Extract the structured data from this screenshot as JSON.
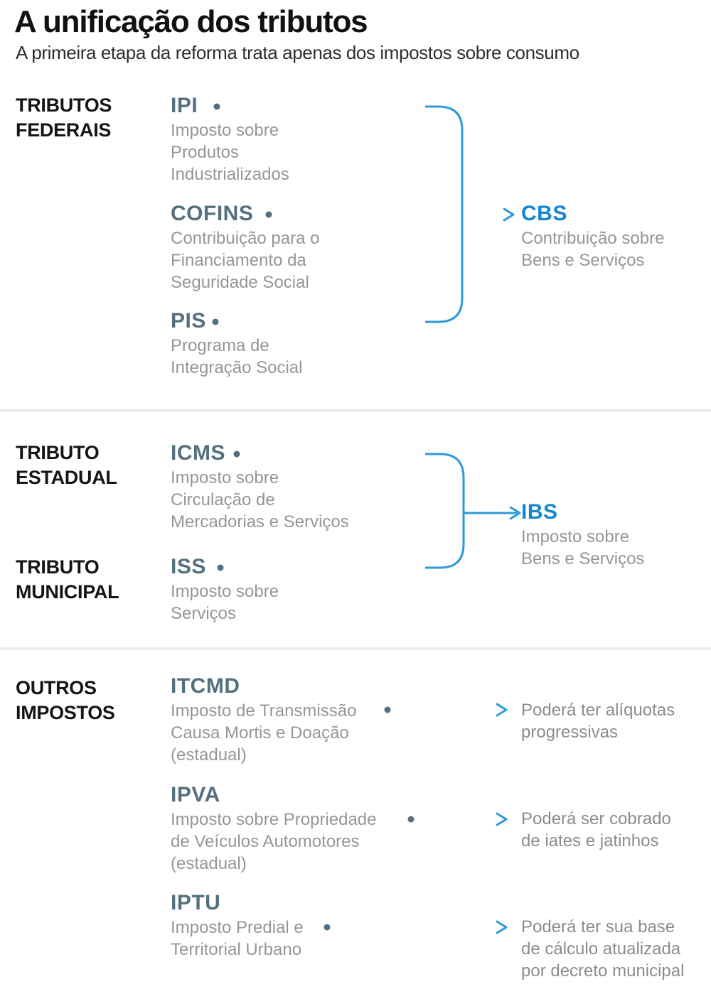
{
  "header": {
    "title": "A unificação dos tributos",
    "subtitle": "A primeira etapa da reforma trata apenas dos impostos sobre consumo"
  },
  "colors": {
    "accent_blue_text": "#1486cf",
    "line_blue": "#2e9ad8",
    "line_slate": "#54707e",
    "acronym_slate": "#54707e",
    "description_gray": "#969696",
    "divider_gray": "#ececec",
    "heading_black": "#151515"
  },
  "sections": {
    "federal": {
      "label_lines": [
        "TRIBUTOS",
        "FEDERAIS"
      ]
    },
    "estadual": {
      "label_lines": [
        "TRIBUTO",
        "ESTADUAL"
      ]
    },
    "municipal": {
      "label_lines": [
        "TRIBUTO",
        "MUNICIPAL"
      ]
    },
    "outros": {
      "label_lines": [
        "OUTROS",
        "IMPOSTOS"
      ]
    }
  },
  "taxes": {
    "ipi": {
      "acronym": "IPI",
      "desc": [
        "Imposto sobre",
        "Produtos",
        "Industrializados"
      ]
    },
    "cofins": {
      "acronym": "COFINS",
      "desc": [
        "Contribuição para o",
        "Financiamento da",
        "Seguridade Social"
      ]
    },
    "pis": {
      "acronym": "PIS",
      "desc": [
        "Programa de",
        "Integração Social"
      ]
    },
    "icms": {
      "acronym": "ICMS",
      "desc": [
        "Imposto sobre",
        "Circulação de",
        "Mercadorias e Serviços"
      ]
    },
    "iss": {
      "acronym": "ISS",
      "desc": [
        "Imposto sobre",
        "Serviços"
      ]
    },
    "itcmd": {
      "acronym": "ITCMD",
      "desc": [
        "Imposto de Transmissão",
        "Causa Mortis e Doação",
        "(estadual)"
      ]
    },
    "ipva": {
      "acronym": "IPVA",
      "desc": [
        "Imposto sobre Propriedade",
        "de Veículos Automotores",
        "(estadual)"
      ]
    },
    "iptu": {
      "acronym": "IPTU",
      "desc": [
        "Imposto Predial e",
        "Territorial Urbano"
      ]
    }
  },
  "results": {
    "cbs": {
      "acronym": "CBS",
      "desc": [
        "Contribuição sobre",
        "Bens e Serviços"
      ]
    },
    "ibs": {
      "acronym": "IBS",
      "desc": [
        "Imposto sobre",
        "Bens e Serviços"
      ]
    }
  },
  "notes": {
    "itcmd": [
      "Poderá ter alíquotas",
      "progressivas"
    ],
    "ipva": [
      "Poderá ser cobrado",
      "de iates e jatinhos"
    ],
    "iptu": [
      "Poderá ter sua base",
      "de cálculo atualizada",
      "por decreto municipal"
    ]
  }
}
